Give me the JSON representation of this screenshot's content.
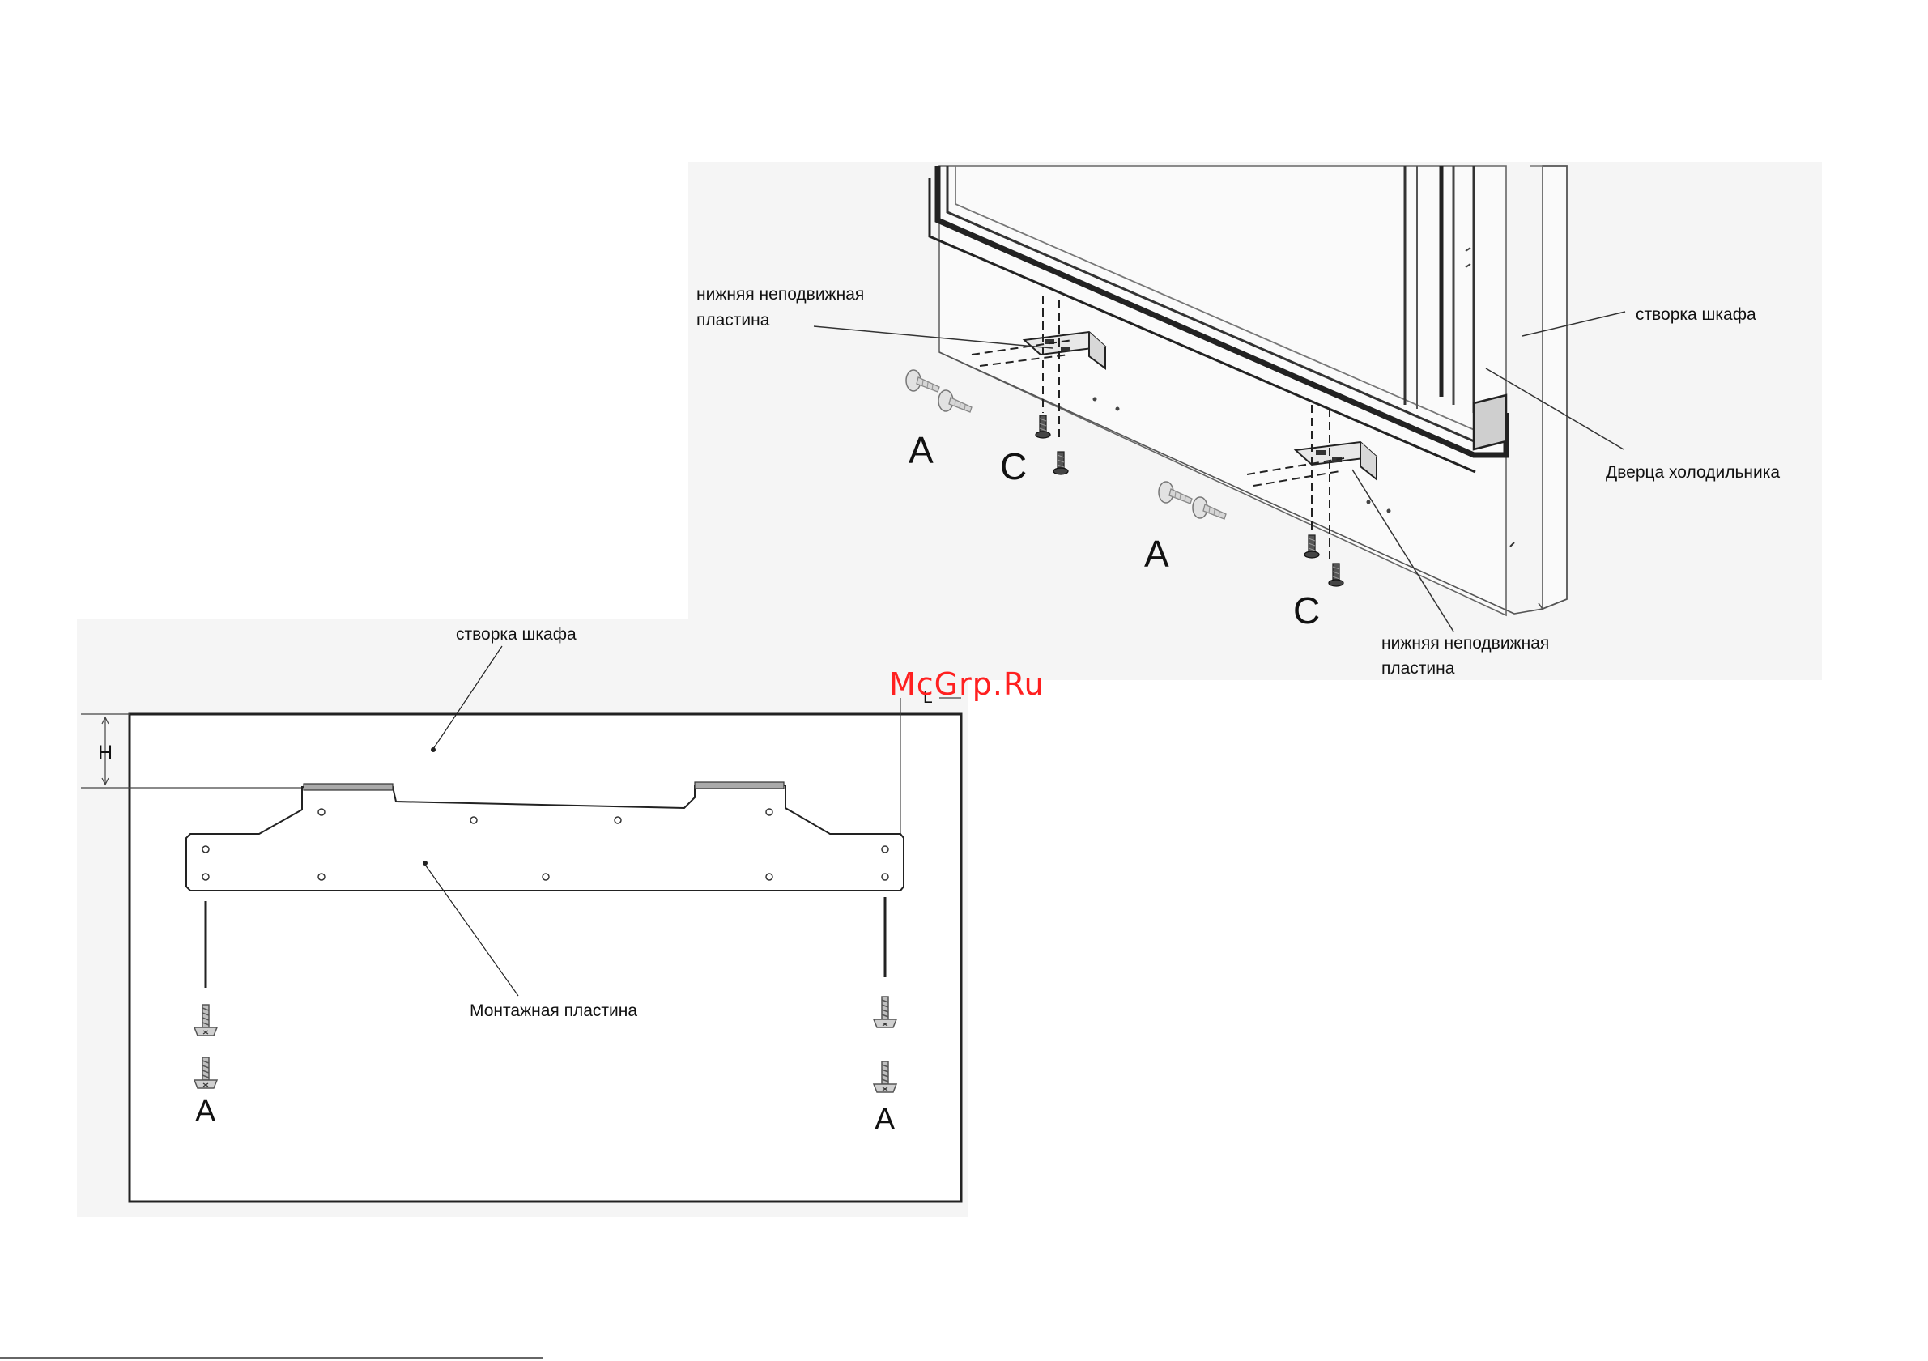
{
  "diagram": {
    "watermark": "McGrp.Ru",
    "top_view": {
      "labels": {
        "fixed_plate_left_line1": "нижняя неподвижная",
        "fixed_plate_left_line2": "пластина",
        "fixed_plate_right_line1": "нижняя неподвижная",
        "fixed_plate_right_line2": "пластина",
        "cabinet_door": "створка шкафа",
        "fridge_door": "Дверца холодильника"
      },
      "screw_labels": {
        "a_left": "A",
        "c_left": "C",
        "a_center": "A",
        "c_right": "C"
      }
    },
    "bottom_view": {
      "labels": {
        "cabinet_door": "створка шкафа",
        "mounting_plate": "Монтажная пластина",
        "dim_h": "H",
        "dim_l": "L"
      },
      "screw_labels": {
        "a_left": "A",
        "a_right": "A"
      }
    }
  }
}
